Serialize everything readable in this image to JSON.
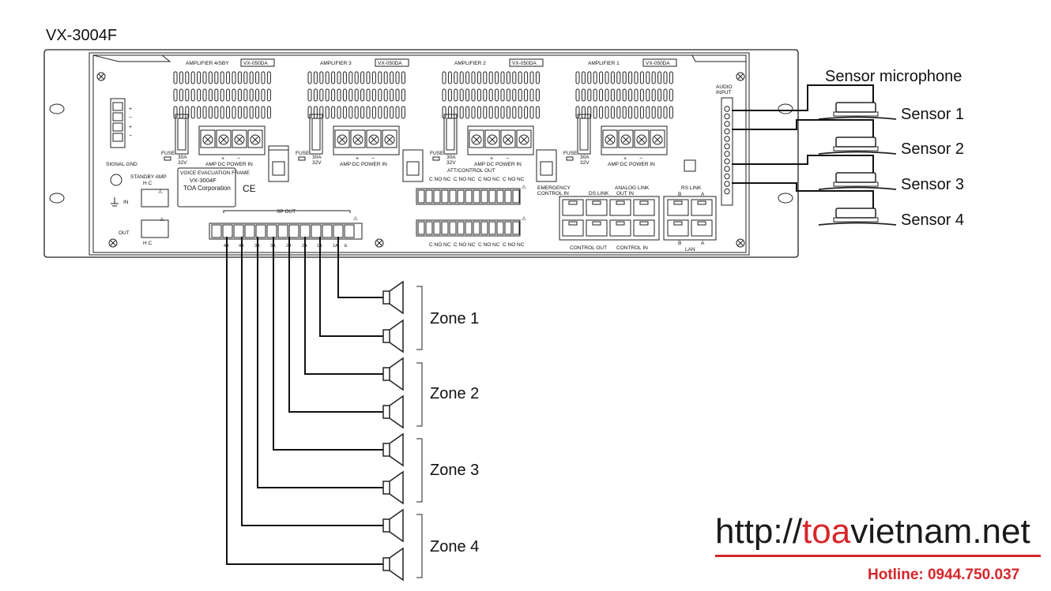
{
  "title": "VX-3004F",
  "panel": {
    "amplifiers": [
      {
        "label": "AMPLIFIER 4/SBY",
        "model": "VX-050DA"
      },
      {
        "label": "AMPLIFIER 3",
        "model": "VX-050DA"
      },
      {
        "label": "AMPLIFIER 2",
        "model": "VX-050DA"
      },
      {
        "label": "AMPLIFIER 1",
        "model": "VX-050DA"
      }
    ],
    "fuse_label": "FUSE",
    "fuse_rating": "30A",
    "fuse_voltage": "32V",
    "power_in_label": "AMP DC POWER IN",
    "signal_gnd": "SIGNAL GND",
    "standby_amp": "STANDBY AMP",
    "standby_in": "IN",
    "standby_out": "OUT",
    "hc_label": "H   C",
    "nameplate": {
      "line1": "VOICE EVACUATION FRAME",
      "line2": "VX-3004F",
      "line3": "TOA Corporation"
    },
    "ce_mark": "CE",
    "sp_out": "SP OUT",
    "sp_terminals": [
      "4B",
      "4A",
      "3B",
      "3A",
      "2B",
      "2A",
      "1B",
      "1A",
      "E"
    ],
    "att_control_out": "ATT/CONTROL OUT",
    "cnonc": "C NO NC",
    "emergency_control_in": "EMERGENCY CONTROL IN",
    "ds_link": "DS LINK",
    "analog_link": "ANALOG LINK",
    "out_in": "OUT     IN",
    "rs_link": "RS LINK",
    "rs_b": "B",
    "rs_a": "A",
    "control_out": "CONTROL OUT",
    "control_in": "CONTROL IN",
    "lan": "LAN",
    "audio_input": "AUDIO INPUT"
  },
  "sensor_microphone": "Sensor microphone",
  "sensors": [
    "Sensor 1",
    "Sensor 2",
    "Sensor 3",
    "Sensor 4"
  ],
  "zones": [
    "Zone 1",
    "Zone 2",
    "Zone 3",
    "Zone 4"
  ],
  "website": {
    "pre": "http://",
    "accent": "toa",
    "post": "vietnam.net"
  },
  "hotline": "Hotline: 0944.750.037",
  "colors": {
    "accent": "#d6262a",
    "line": "#111111"
  }
}
